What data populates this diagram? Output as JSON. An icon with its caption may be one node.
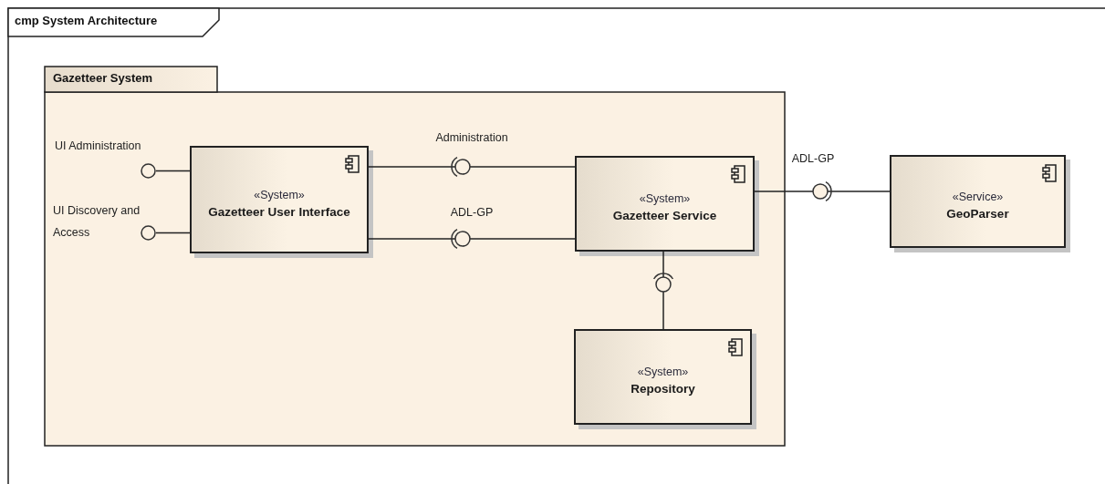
{
  "diagram": {
    "nodes": [
      {
        "text": [
          "cmp System Architecture"
        ]
      },
      {
        "text": [
          "Gazetteer System"
        ],
        "in": 0
      },
      {
        "text": [],
        "shape": "circle",
        "beside": [
          "UI Administration"
        ],
        "in": 1
      },
      {
        "text": [],
        "shape": "circle",
        "beside": [
          "UI Discovery and Access"
        ],
        "in": 1
      },
      {
        "text": [
          "«System»",
          "Gazetteer User Interface"
        ],
        "in": 1
      },
      {
        "text": [],
        "shape": "circle",
        "beside": [
          "Administration"
        ],
        "in": 1
      },
      {
        "text": [],
        "shape": "circle",
        "beside": [
          "ADL-GP"
        ],
        "in": 1
      },
      {
        "text": [
          "«System»",
          "Gazetteer Service"
        ],
        "in": 1
      },
      {
        "text": [],
        "shape": "circle",
        "in": 1
      },
      {
        "text": [
          "«System»",
          "Repository"
        ],
        "in": 1
      },
      {
        "text": [],
        "shape": "circle",
        "beside": [
          "ADL-GP"
        ],
        "in": 0
      },
      {
        "text": [
          "«Service»",
          "GeoParser"
        ],
        "in": 0
      }
    ],
    "edges": [
      {
        "from": 4,
        "to": 2,
        "arrow": "none"
      },
      {
        "from": 4,
        "to": 3,
        "arrow": "none"
      },
      {
        "from": 4,
        "to": 5,
        "arrow": "none"
      },
      {
        "from": 5,
        "to": 7,
        "arrow": "none"
      },
      {
        "from": 4,
        "to": 6,
        "arrow": "none"
      },
      {
        "from": 6,
        "to": 7,
        "arrow": "none"
      },
      {
        "from": 7,
        "to": 8,
        "arrow": "none"
      },
      {
        "from": 8,
        "to": 9,
        "arrow": "none"
      },
      {
        "from": 7,
        "to": 10,
        "arrow": "none"
      },
      {
        "from": 10,
        "to": 11,
        "arrow": "none"
      }
    ]
  }
}
